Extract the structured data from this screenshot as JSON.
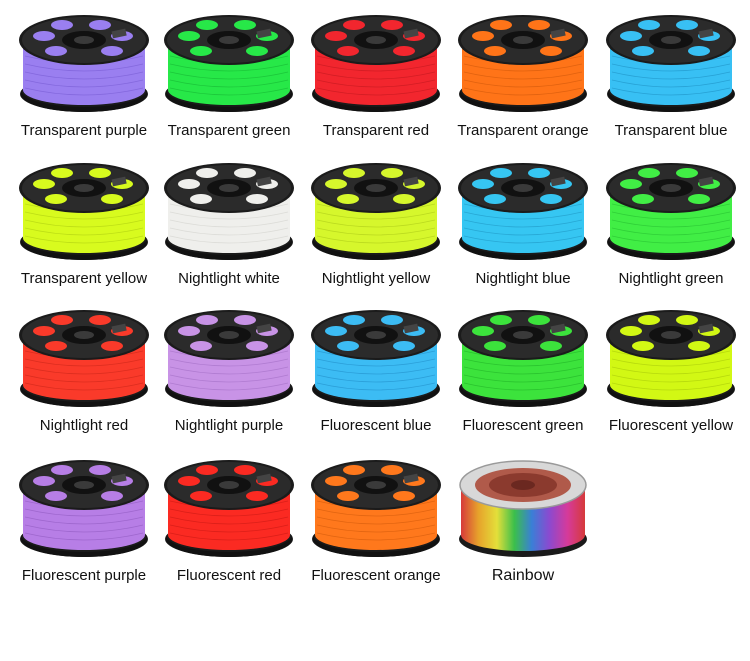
{
  "spools": [
    {
      "label": "Transparent purple",
      "color": "#9a7ff0",
      "dark": "#6d52cc"
    },
    {
      "label": "Transparent green",
      "color": "#27e848",
      "dark": "#0fa82c"
    },
    {
      "label": "Transparent red",
      "color": "#f2262e",
      "dark": "#b3141a"
    },
    {
      "label": "Transparent orange",
      "color": "#ff7418",
      "dark": "#c44f05"
    },
    {
      "label": "Transparent blue",
      "color": "#38c0f4",
      "dark": "#1683b8"
    },
    {
      "label": "Transparent yellow",
      "color": "#d8fb1e",
      "dark": "#a2c20b"
    },
    {
      "label": "Nightlight white",
      "color": "#efefec",
      "dark": "#c9c9c4"
    },
    {
      "label": "Nightlight yellow",
      "color": "#d6f72c",
      "dark": "#9fbd12"
    },
    {
      "label": "Nightlight blue",
      "color": "#36c6f2",
      "dark": "#1789b8"
    },
    {
      "label": "Nightlight green",
      "color": "#41ee45",
      "dark": "#1eb22a"
    },
    {
      "label": "Nightlight red",
      "color": "#fa3a2a",
      "dark": "#bd1f13"
    },
    {
      "label": "Nightlight purple",
      "color": "#c893e6",
      "dark": "#9863bb"
    },
    {
      "label": "Fluorescent blue",
      "color": "#3cbcf4",
      "dark": "#1a82bd"
    },
    {
      "label": "Fluorescent green",
      "color": "#3ce33c",
      "dark": "#18a51f"
    },
    {
      "label": "Fluorescent yellow",
      "color": "#d2f814",
      "dark": "#9cbc05"
    },
    {
      "label": "Fluorescent purple",
      "color": "#b77ee6",
      "dark": "#8650b5"
    },
    {
      "label": "Fluorescent red",
      "color": "#fb2a22",
      "dark": "#bb140f"
    },
    {
      "label": "Fluorescent orange",
      "color": "#ff781c",
      "dark": "#c65206"
    },
    {
      "label": "Rainbow",
      "color": "rainbow",
      "dark": "#8a6a6a"
    }
  ]
}
